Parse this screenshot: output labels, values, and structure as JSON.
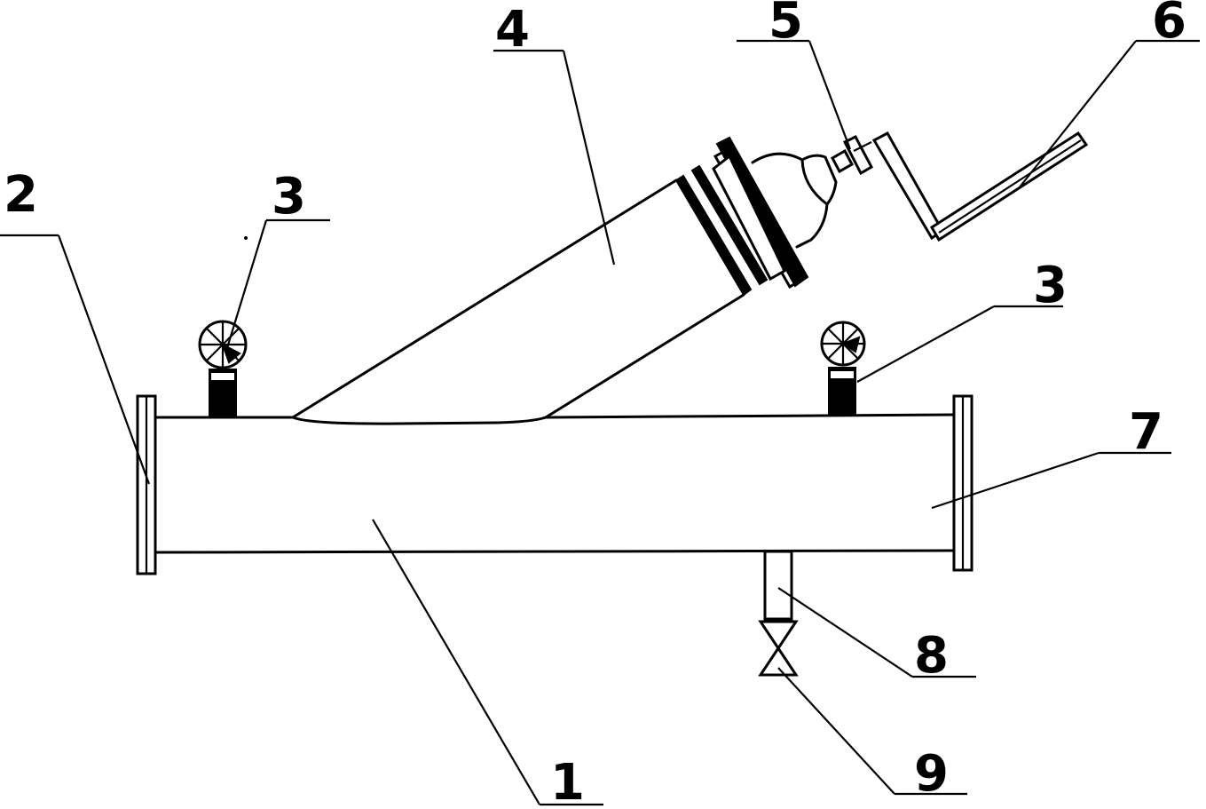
{
  "labels": {
    "main_pipe": "1",
    "inlet_flange": "2",
    "gauge_left": "3",
    "gauge_right": "3",
    "filter_housing": "4",
    "cap_connector": "5",
    "crank_handle": "6",
    "outlet_flange": "7",
    "drain_pipe": "8",
    "drain_valve": "9"
  }
}
